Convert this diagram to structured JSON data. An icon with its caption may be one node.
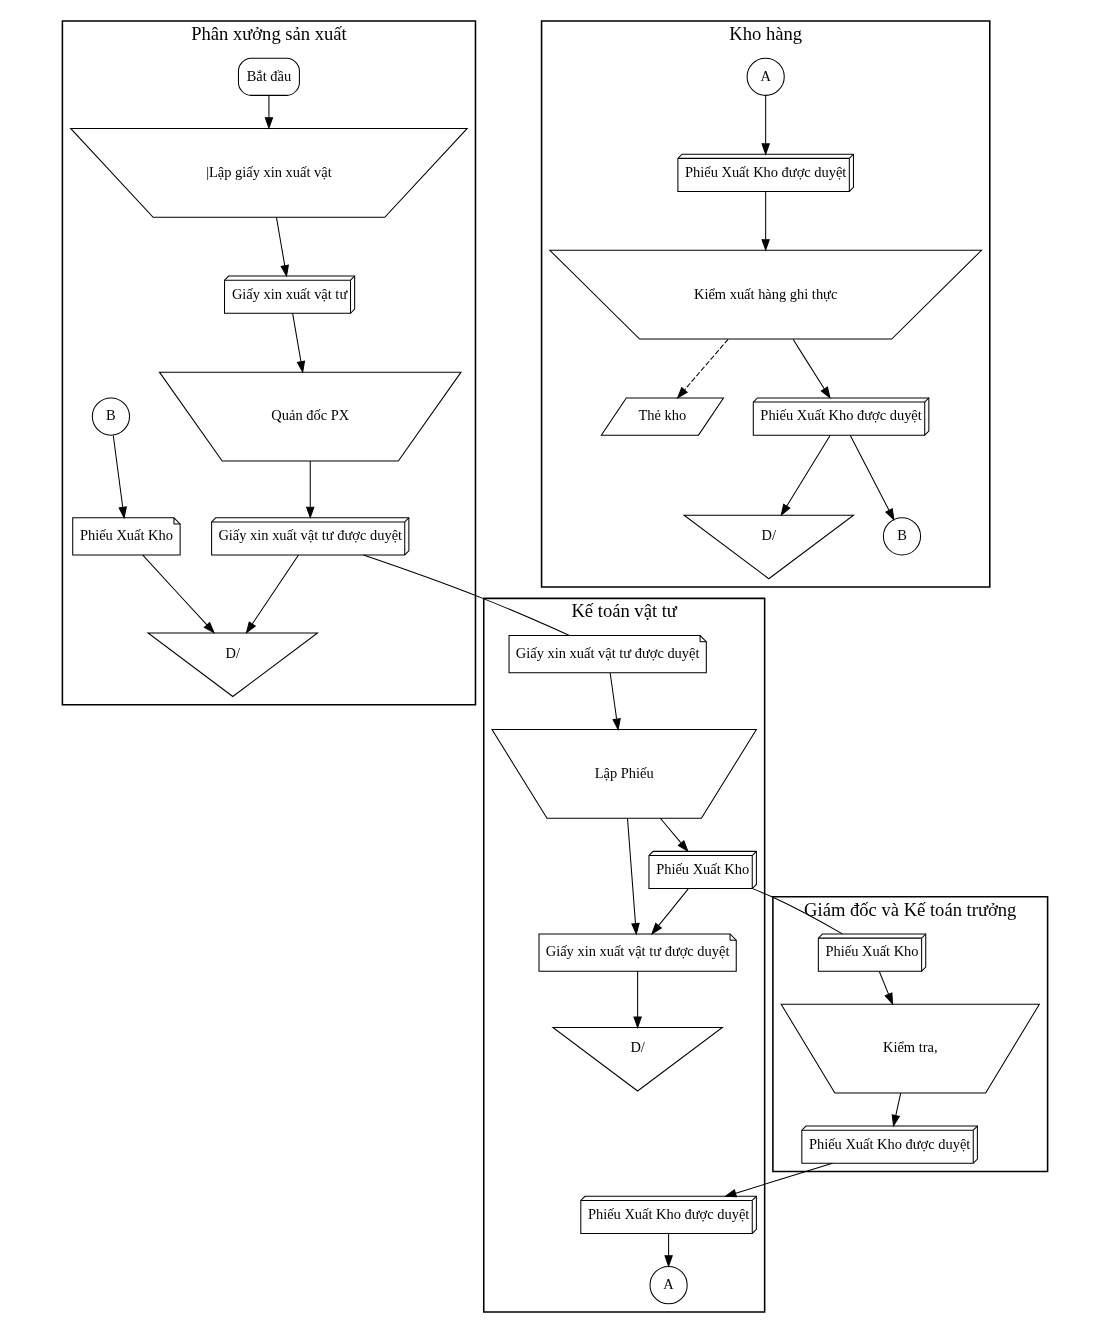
{
  "diagram": {
    "nodes": [
      {
        "text": [
          "Phân xưởng sản xuất"
        ]
      },
      {
        "text": [
          "Kế toán vật tư"
        ]
      },
      {
        "text": [
          "Giám đốc và Kế toán trưởng"
        ]
      },
      {
        "text": [
          "Kho hàng"
        ]
      },
      {
        "text": [
          "Bắt đầu"
        ],
        "in": 0
      },
      {
        "text": [
          "|Lập giấy xin xuất vật"
        ],
        "in": 0
      },
      {
        "text": [
          "Giấy xin xuất vật tư"
        ],
        "in": 0
      },
      {
        "text": [
          "Quản đốc PX"
        ],
        "in": 0
      },
      {
        "text": [
          "Giấy xin xuất vật tư được duyệt"
        ],
        "in": 0
      },
      {
        "text": [
          "D/"
        ],
        "in": 0
      },
      {
        "text": [
          "B"
        ],
        "in": 0
      },
      {
        "text": [
          "Phiếu Xuất Kho"
        ],
        "in": 0
      },
      {
        "text": [
          "Giấy xin xuất vật tư được duyệt"
        ],
        "in": 1
      },
      {
        "text": [
          "Lập Phiếu"
        ],
        "in": 1
      },
      {
        "text": [
          "Phiếu Xuất Kho"
        ],
        "in": 1
      },
      {
        "text": [
          "Giấy xin xuất vật tư được duyệt"
        ],
        "in": 1
      },
      {
        "text": [
          "Phiếu Xuất Kho được duyệt"
        ],
        "in": 1
      },
      {
        "text": [
          "A"
        ],
        "in": 1
      },
      {
        "text": [
          "D/"
        ],
        "in": 1
      },
      {
        "text": [
          "Phiếu Xuất Kho"
        ],
        "in": 2
      },
      {
        "text": [
          "Kiểm tra,"
        ],
        "in": 2
      },
      {
        "text": [
          "Phiếu Xuất Kho được duyệt"
        ],
        "in": 2
      },
      {
        "text": [
          "A"
        ],
        "in": 3
      },
      {
        "text": [
          "Phiếu Xuất Kho được duyệt"
        ],
        "in": 3
      },
      {
        "text": [
          "Kiểm xuất hàng ghi thực"
        ],
        "in": 3
      },
      {
        "text": [
          "Thẻ kho"
        ],
        "in": 3
      },
      {
        "text": [
          "Phiếu Xuất Kho được duyệt"
        ],
        "in": 3
      },
      {
        "text": [
          "D/"
        ],
        "in": 3
      },
      {
        "text": [
          "B"
        ],
        "in": 3
      }
    ],
    "edges": [
      {
        "from": 4,
        "to": 5,
        "arrow": "to"
      },
      {
        "from": 5,
        "to": 6,
        "arrow": "to"
      },
      {
        "from": 6,
        "to": 7,
        "arrow": "to"
      },
      {
        "from": 7,
        "to": 8,
        "arrow": "to"
      },
      {
        "from": 8,
        "to": 9,
        "arrow": "to"
      },
      {
        "from": 10,
        "to": 11,
        "arrow": "to"
      },
      {
        "from": 11,
        "to": 9,
        "arrow": "to"
      },
      {
        "from": 8,
        "to": 12,
        "arrow": "none"
      },
      {
        "from": 12,
        "to": 13,
        "arrow": "to"
      },
      {
        "from": 13,
        "to": 14,
        "arrow": "to"
      },
      {
        "from": 14,
        "to": 15,
        "arrow": "to"
      },
      {
        "from": 13,
        "to": 15,
        "arrow": "to"
      },
      {
        "from": 15,
        "to": 18,
        "arrow": "to"
      },
      {
        "from": 14,
        "to": 19,
        "arrow": "none"
      },
      {
        "from": 19,
        "to": 20,
        "arrow": "to"
      },
      {
        "from": 20,
        "to": 21,
        "arrow": "to"
      },
      {
        "from": 21,
        "to": 16,
        "arrow": "to"
      },
      {
        "from": 16,
        "to": 17,
        "arrow": "to"
      },
      {
        "from": 22,
        "to": 23,
        "arrow": "to"
      },
      {
        "from": 23,
        "to": 24,
        "arrow": "to"
      },
      {
        "from": 24,
        "to": 25,
        "arrow": "to",
        "style": "dashed"
      },
      {
        "from": 24,
        "to": 26,
        "arrow": "to"
      },
      {
        "from": 26,
        "to": 27,
        "arrow": "to"
      },
      {
        "from": 26,
        "to": 28,
        "arrow": "to"
      }
    ]
  }
}
